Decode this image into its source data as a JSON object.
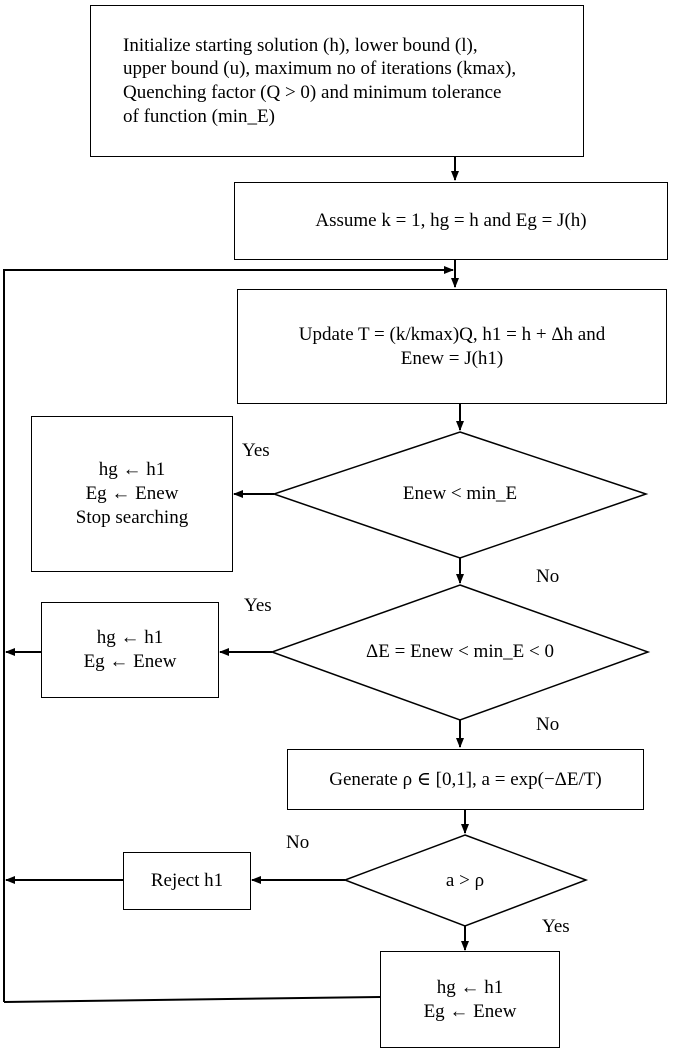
{
  "nodes": {
    "init": {
      "line1": "Initialize starting solution (h), lower bound (l),",
      "line2": "upper bound (u), maximum no of iterations (kmax),",
      "line3": "Quenching factor (Q > 0) and minimum tolerance",
      "line4": "of function (min_E)"
    },
    "assume": {
      "text": "Assume k = 1, hg = h and Eg = J(h)"
    },
    "update": {
      "line1": "Update T = (k/kmax)Q, h1 = h + Δh and",
      "line2": "Enew = J(h1)"
    },
    "decision1": {
      "text": "Enew < min_E"
    },
    "stop_box": {
      "line1": "hg ← h1",
      "line2": "Eg ← Enew",
      "line3": "Stop searching"
    },
    "decision2": {
      "text": "ΔE = Enew < min_E < 0"
    },
    "accept1": {
      "line1": "hg ← h1",
      "line2": "Eg ← Enew"
    },
    "generate": {
      "text": "Generate ρ ∈ [0,1], a = exp(−ΔE/T)"
    },
    "decision3": {
      "text": "a > ρ"
    },
    "reject": {
      "text": "Reject h1"
    },
    "accept2": {
      "line1": "hg ← h1",
      "line2": "Eg ← Enew"
    }
  },
  "edge_labels": {
    "d1_yes": "Yes",
    "d1_no": "No",
    "d2_yes": "Yes",
    "d2_no": "No",
    "d3_no": "No",
    "d3_yes": "Yes"
  }
}
